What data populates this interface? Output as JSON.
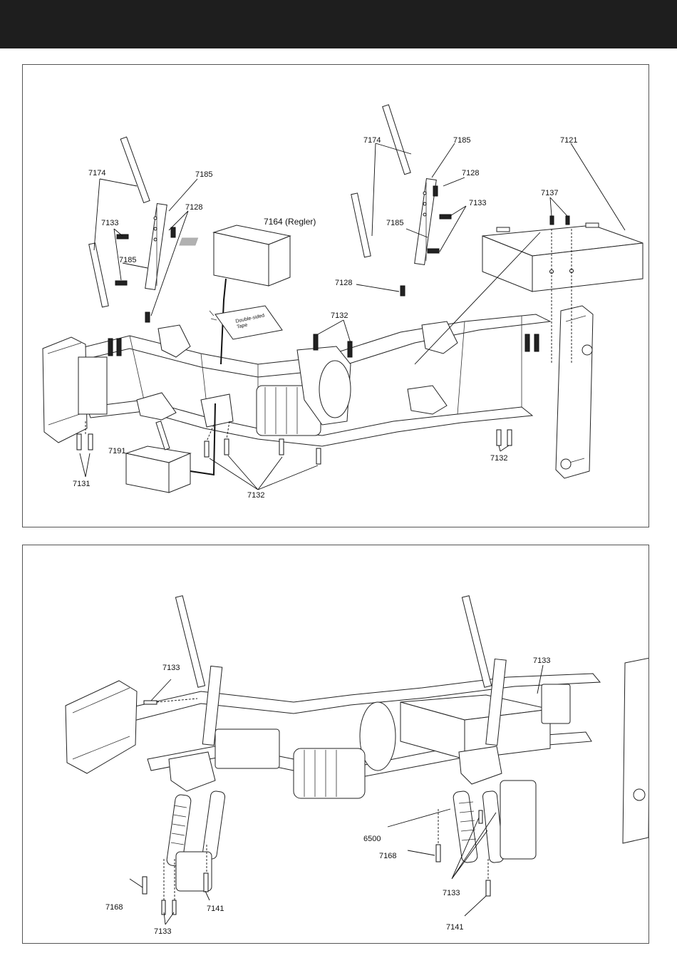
{
  "header": {
    "color": "#1e1e1e"
  },
  "top_panel": {
    "labels": {
      "l7174a": "7174",
      "l7185a": "7185",
      "l7128a": "7128",
      "l7133a": "7133",
      "l7185b": "7185",
      "l7164": "7164 (Regler)",
      "l7174b": "7174",
      "l7185c": "7185",
      "l7128b": "7128",
      "l7133b": "7133",
      "l7185d": "7185",
      "l7128c": "7128",
      "l7121": "7121",
      "l7137": "7137",
      "l7132a": "7132",
      "l7131": "7131",
      "l7191": "7191",
      "l7132b": "7132",
      "l7132c": "7132"
    },
    "tape_text": "Double-sided Tape"
  },
  "bottom_panel": {
    "labels": {
      "l7133a": "7133",
      "l7133b": "7133",
      "l6500": "6500",
      "l7168a": "7168",
      "l7133c": "7133",
      "l7141a": "7141",
      "l7168b": "7168",
      "l7133d": "7133",
      "l7141b": "7141"
    }
  }
}
